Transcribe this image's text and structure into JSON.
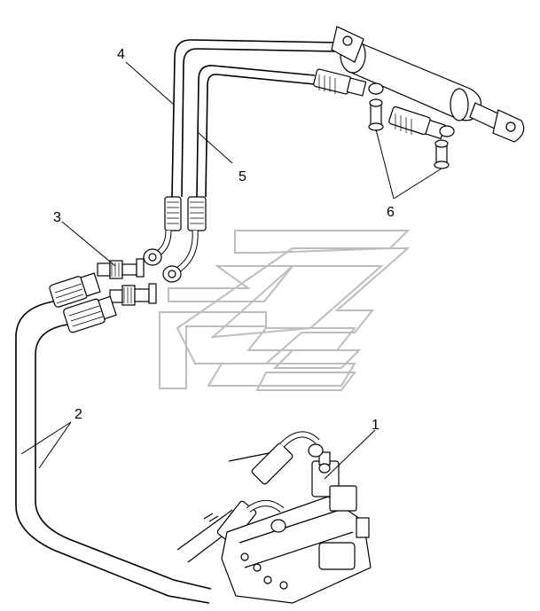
{
  "diagram": {
    "callouts": [
      "1",
      "2",
      "3",
      "4",
      "5",
      "6"
    ],
    "colors": {
      "ink": "#000000",
      "watermark": "#bfbfbf",
      "background": "#ffffff"
    },
    "components": {
      "hydraulic_cylinder": "cylinder-icon",
      "control_valve": "valve-block-icon",
      "quick_couplers": "coupler-icon",
      "hoses": "hose-icon",
      "fittings": "fitting-icon"
    }
  }
}
